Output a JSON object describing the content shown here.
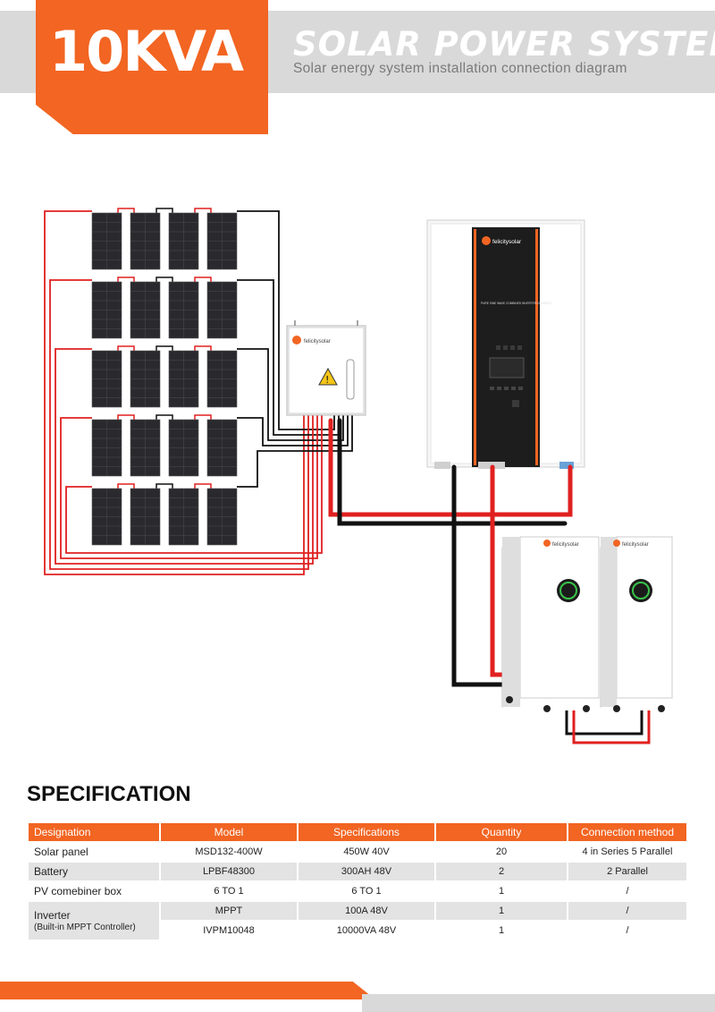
{
  "header": {
    "badge_text": "10KVA",
    "title": "SOLAR POWER SYSTEM",
    "subtitle": "Solar energy system installation connection diagram"
  },
  "diagram": {
    "inverter_brand": "felicitysolar",
    "inverter_panel_text": "PURE SINE WAVE COMBINED INVERTER/CHARGER",
    "combiner_brand": "felicitysolar",
    "battery_brand": "felicitysolar",
    "panel_grid": {
      "rows": 5,
      "columns": 4
    },
    "battery_count": 2,
    "colors": {
      "positive_wire": "#e02020",
      "negative_wire": "#111111",
      "accent": "#f26522",
      "panel": "#2a2a2e",
      "header_gray": "#d9d9d9"
    }
  },
  "specification": {
    "title": "SPECIFICATION",
    "headers": [
      "Designation",
      "Model",
      "Specifications",
      "Quantity",
      "Connection method"
    ],
    "rows": [
      {
        "designation": "Solar panel",
        "model": "MSD132-400W",
        "spec": "450W  40V",
        "qty": "20",
        "method": "4 in Series  5 Parallel"
      },
      {
        "designation": "Battery",
        "model": "LPBF48300",
        "spec": "300AH  48V",
        "qty": "2",
        "method": "2 Parallel"
      },
      {
        "designation": "PV comebiner box",
        "model": "6 TO 1",
        "spec": "6 TO 1",
        "qty": "1",
        "method": "/"
      },
      {
        "designation": "Inverter",
        "designation_sub": "(Built-in MPPT Controller)",
        "model": "MPPT",
        "spec": "100A  48V",
        "qty": "1",
        "method": "/"
      },
      {
        "model": "IVPM10048",
        "spec": "10000VA  48V",
        "qty": "1",
        "method": "/"
      }
    ]
  }
}
